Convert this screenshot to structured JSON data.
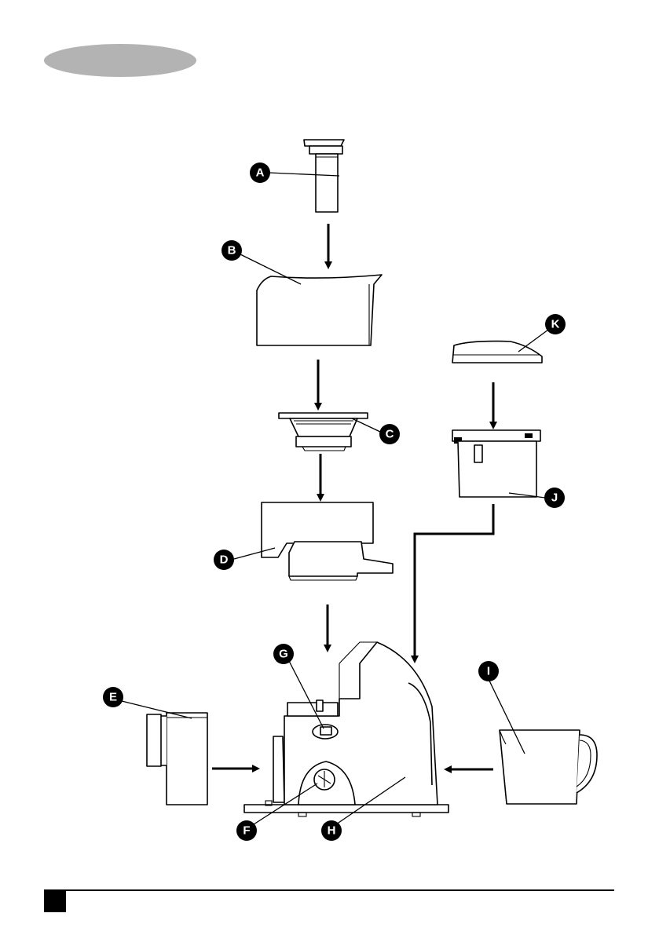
{
  "header_badge": {
    "color": "#b3b3b3"
  },
  "callouts": [
    {
      "id": "A",
      "text": "A"
    },
    {
      "id": "B",
      "text": "B"
    },
    {
      "id": "C",
      "text": "C"
    },
    {
      "id": "D",
      "text": "D"
    },
    {
      "id": "E",
      "text": "E"
    },
    {
      "id": "F",
      "text": "F"
    },
    {
      "id": "G",
      "text": "G"
    },
    {
      "id": "H",
      "text": "H"
    },
    {
      "id": "I",
      "text": "I"
    },
    {
      "id": "J",
      "text": "J"
    },
    {
      "id": "K",
      "text": "K"
    }
  ],
  "footer": {
    "page_marker_color": "#000000"
  },
  "colors": {
    "callout_fill": "#000000",
    "callout_text": "#ffffff",
    "line": "#000000"
  }
}
